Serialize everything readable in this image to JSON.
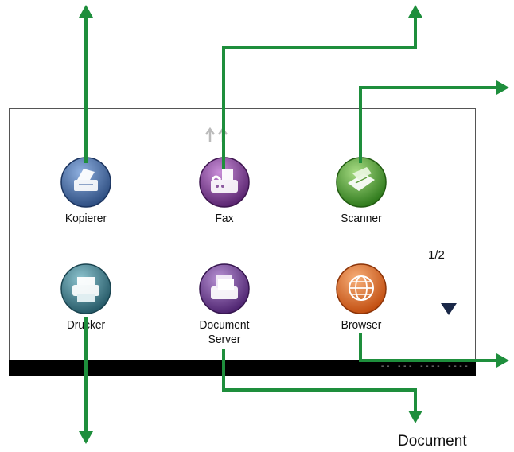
{
  "screen": {
    "apps": [
      {
        "id": "kopierer",
        "label": "Kopierer",
        "icon": "copier-icon",
        "color": "#4a6a9c"
      },
      {
        "id": "fax",
        "label": "Fax",
        "icon": "fax-icon",
        "color": "#7a3f8c"
      },
      {
        "id": "scanner",
        "label": "Scanner",
        "icon": "scanner-icon",
        "color": "#4f9a33"
      },
      {
        "id": "drucker",
        "label": "Drucker",
        "icon": "printer-icon",
        "color": "#3f7d8e"
      },
      {
        "id": "document-server",
        "label": "Document\nServer",
        "icon": "document-server-icon",
        "color": "#6a3f86"
      },
      {
        "id": "browser",
        "label": "Browser",
        "icon": "globe-icon",
        "color": "#e0702a"
      }
    ],
    "page_indicator": "1/2",
    "status_text": "-- --- ---- ----"
  },
  "callouts": {
    "document": "Document"
  },
  "colors": {
    "arrow": "#1e8e3c",
    "border": "#555555",
    "status_bar": "#000000"
  }
}
